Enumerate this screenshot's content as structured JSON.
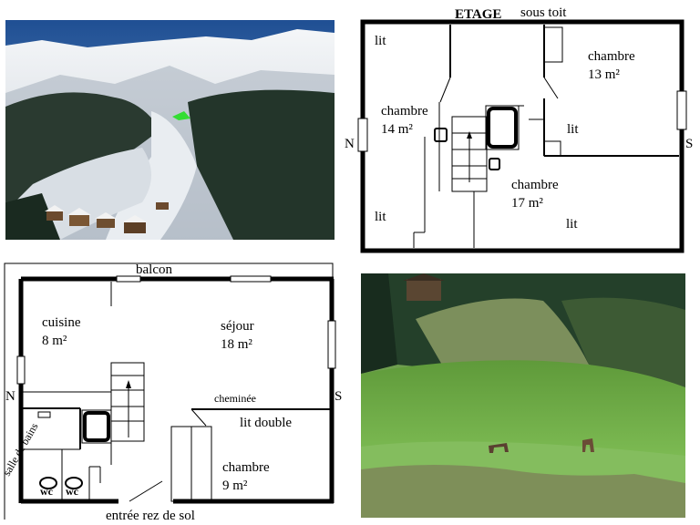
{
  "upper_floor": {
    "title": "ETAGE",
    "subtitle": "sous toit",
    "compass_north": "N",
    "compass_south": "S",
    "bed_1": "lit",
    "bed_2": "lit",
    "bed_3": "lit",
    "bed_4": "lit",
    "room_a": {
      "name": "chambre",
      "area": "14 m²"
    },
    "room_b": {
      "name": "chambre",
      "area": "13 m²"
    },
    "room_c": {
      "name": "chambre",
      "area": "17 m²"
    }
  },
  "ground_floor": {
    "balcony": "balcon",
    "compass_north": "N",
    "compass_south": "S",
    "kitchen": {
      "name": "cuisine",
      "area": "8 m²"
    },
    "living": {
      "name": "séjour",
      "area": "18 m²"
    },
    "fireplace": "cheminée",
    "double_bed": "lit double",
    "bedroom": {
      "name": "chambre",
      "area": "9 m²"
    },
    "bathroom": "salle de bains",
    "wc_1": "wc",
    "wc_2": "wc",
    "entrance": "entrée rez de sol"
  },
  "colors": {
    "wall": "#000000",
    "snow_sky": "#2d5a99",
    "meadow": "#7fb85a",
    "forest": "#1f3323",
    "marker": "#33dd33"
  }
}
